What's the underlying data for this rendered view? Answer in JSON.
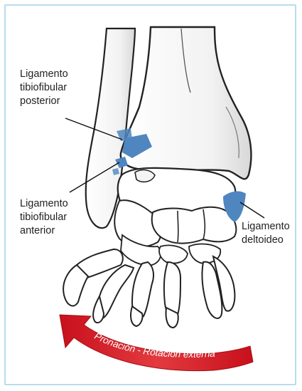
{
  "labels": {
    "posterior": "Ligamento\ntibiofibular\nposterior",
    "anterior": "Ligamento\ntibiofibular\nanterior",
    "deltoid": "Ligamento\ndeltoideo"
  },
  "arrow_text": "Pronación - Rotación externa",
  "colors": {
    "frame": "#b9dcec",
    "ligament": "#4f86c0",
    "arrow": "#d7222c",
    "bone_stroke": "#222222",
    "bone_fill": "#ffffff"
  },
  "icons": [
    "ankle-bones-illustration",
    "curved-arrow-icon"
  ]
}
